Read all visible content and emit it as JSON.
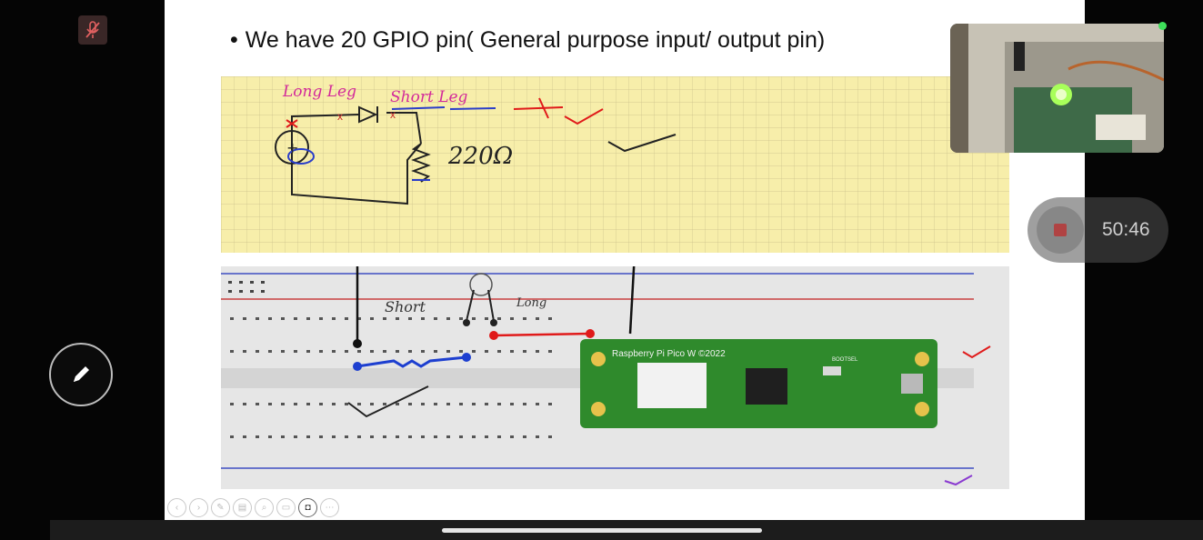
{
  "slide": {
    "title": "We have 20 GPIO pin( General purpose input/ output pin)",
    "bullet": "•",
    "annotations": {
      "long_leg": "Long Leg",
      "short_leg": "Short Leg",
      "resistor_value": "220Ω",
      "short": "Short",
      "long": "Long"
    },
    "board": {
      "label": "Raspberry Pi Pico W ©2022",
      "bootsel_label": "BOOTSEL"
    }
  },
  "recording": {
    "elapsed": "50:46"
  },
  "toolbar": {
    "items": [
      "prev",
      "next",
      "pen",
      "pages",
      "zoom",
      "subtitles",
      "camera",
      "more"
    ]
  },
  "colors": {
    "accent_red": "#e01a1a",
    "accent_blue": "#1d3fd0",
    "grid_paper": "#f7eeaa",
    "pico_green": "#2f8a2c",
    "status_green": "#3ee05a"
  }
}
